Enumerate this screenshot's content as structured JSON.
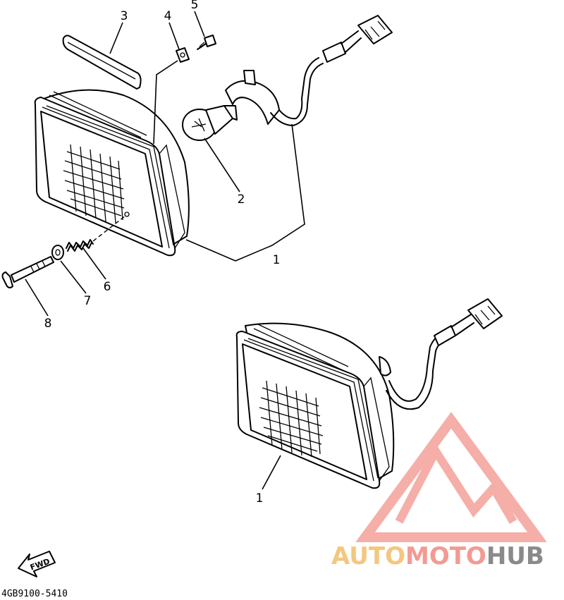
{
  "diagram": {
    "callouts": {
      "c1a": "1",
      "c1b": "1",
      "c2": "2",
      "c3": "3",
      "c4": "4",
      "c5": "5",
      "c6": "6",
      "c7": "7",
      "c8": "8"
    },
    "fwd_label": "FWD",
    "drawing_code": "4GB9100-5410"
  },
  "watermark": {
    "part1": "AUTO",
    "part2": "MOTO",
    "part3": "HUB",
    "colors": {
      "auto": "#f4c77e",
      "moto": "#f39a92",
      "hub": "#8a8a8a",
      "logo": "#f4a09a"
    }
  }
}
